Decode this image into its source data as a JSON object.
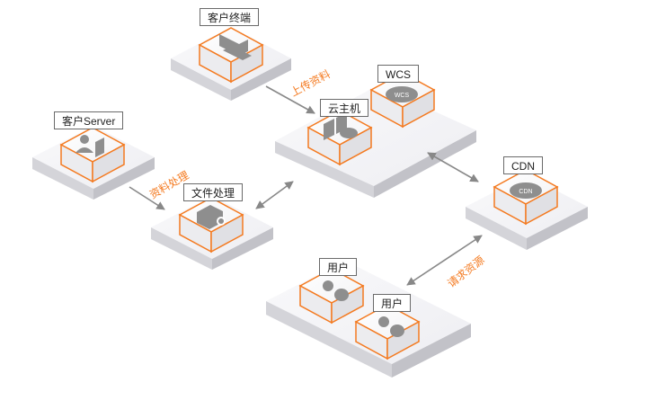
{
  "nodes": {
    "client_terminal": "客户终端",
    "client_server": "客户Server",
    "file_processing": "文件处理",
    "cloud_host": "云主机",
    "wcs": "WCS",
    "cdn": "CDN",
    "user_1": "用户",
    "user_2": "用户"
  },
  "icons": {
    "wcs_text": "WCS",
    "cdn_text": "CDN"
  },
  "edges": {
    "upload": "上传资料",
    "processing": "资料处理",
    "request": "请求资源"
  },
  "colors": {
    "accent": "#f47a20",
    "icon": "#8e8e8e",
    "arrow": "#888888"
  }
}
